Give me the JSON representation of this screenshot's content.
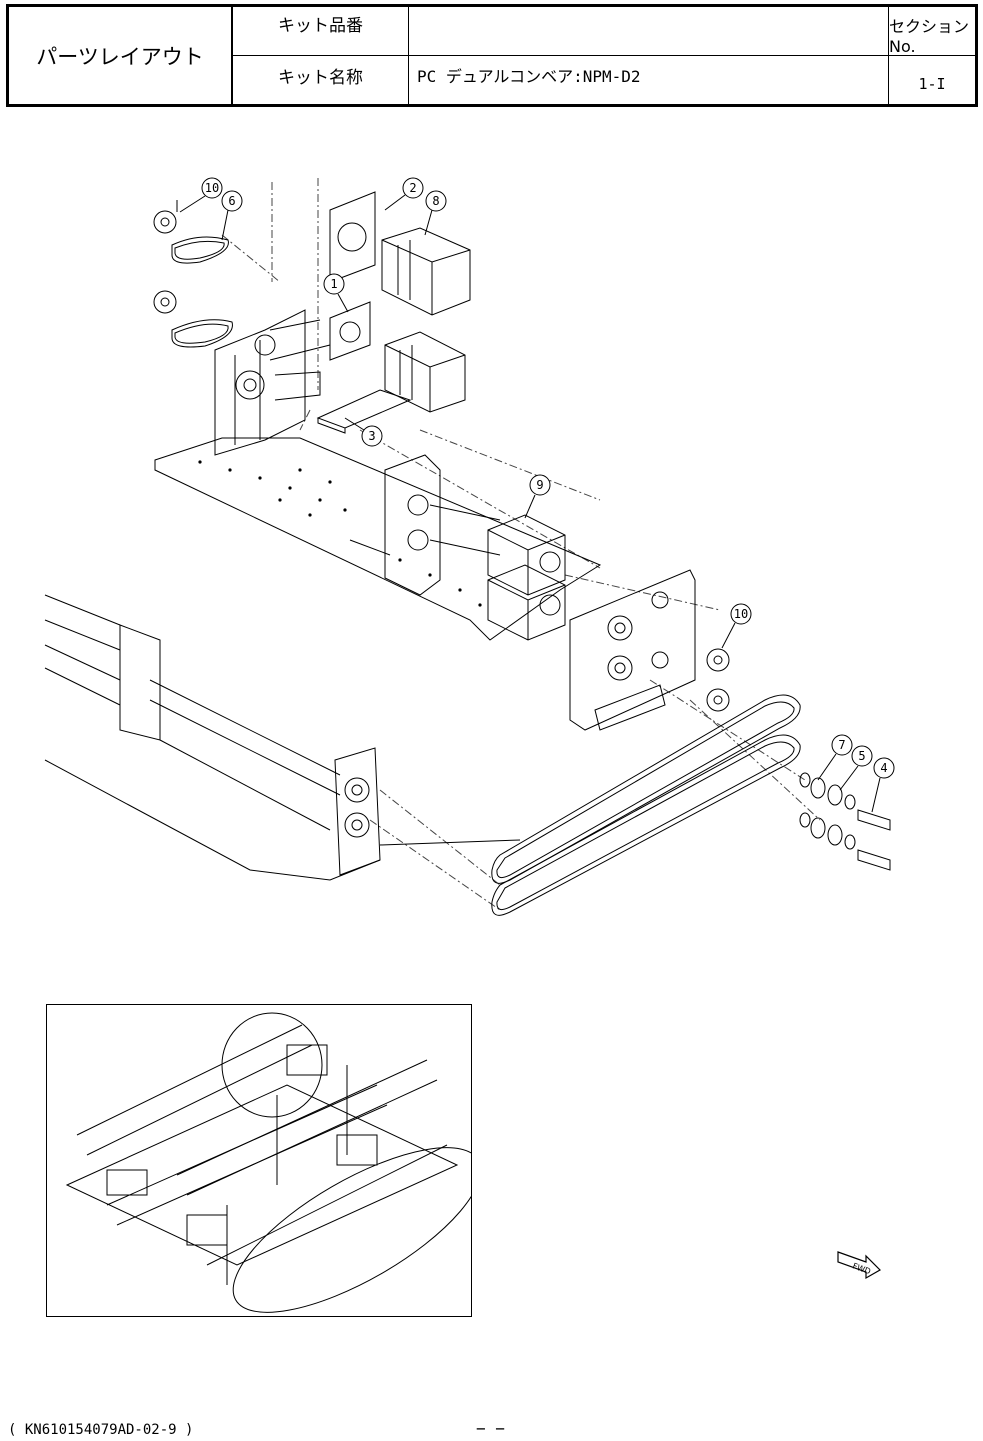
{
  "title_block": {
    "title": "パーツレイアウト",
    "kit_number_label": "キット品番",
    "kit_number_value": "",
    "kit_name_label": "キット名称",
    "kit_name_value": "PC デュアルコンベア:NPM-D2",
    "section_label": "セクションNo.",
    "section_value": "1-I"
  },
  "callouts": [
    "10",
    "6",
    "2",
    "8",
    "1",
    "3",
    "9",
    "10",
    "7",
    "5",
    "4"
  ],
  "fwd_label": "FWD",
  "footer": {
    "code": "( KN610154079AD-02-9 )",
    "page": "−      −"
  }
}
